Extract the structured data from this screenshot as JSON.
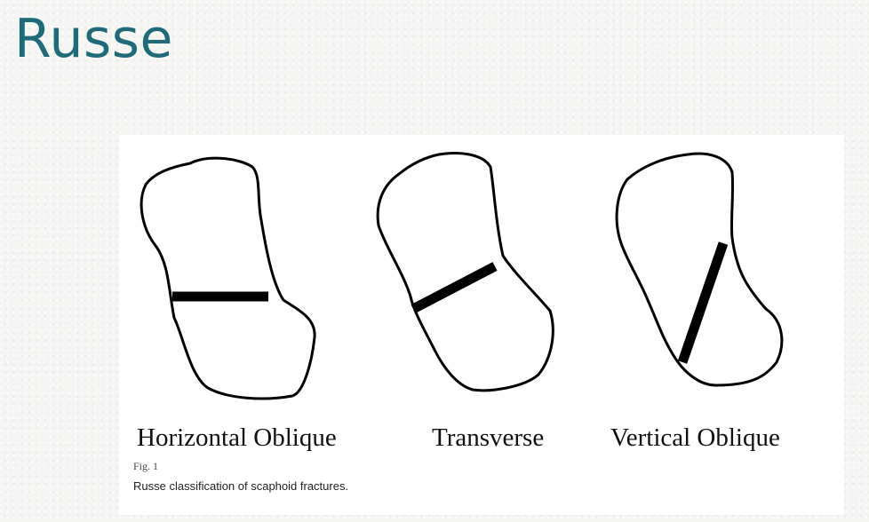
{
  "slide": {
    "title": "Russe"
  },
  "figure": {
    "labels": [
      "Horizontal Oblique",
      "Transverse",
      "Vertical Oblique"
    ],
    "fig_number": "Fig. 1",
    "caption": "Russe classification of scaphoid fractures."
  }
}
